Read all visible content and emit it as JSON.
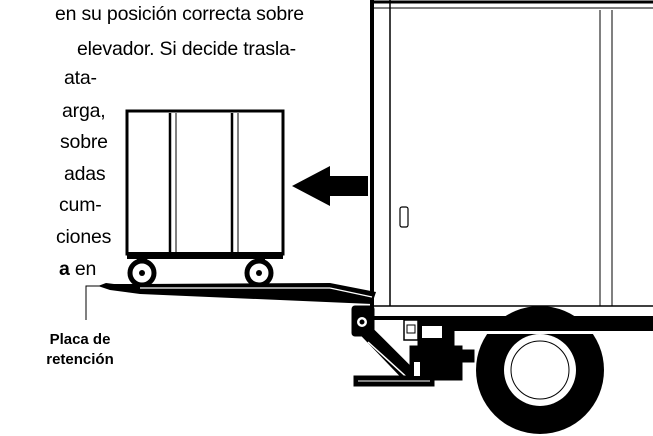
{
  "paragraph": {
    "lines": [
      "en su posición correcta sobre",
      "elevador. Si decide trasla-",
      "ata-",
      "arga,",
      "sobre",
      "adas",
      "cum-",
      "ciones"
    ],
    "last_line_bold": "a",
    "last_line_rest": " en"
  },
  "caption": {
    "line1": "Placa de",
    "line2": "retención"
  },
  "colors": {
    "ink": "#000000",
    "paper": "#ffffff"
  }
}
